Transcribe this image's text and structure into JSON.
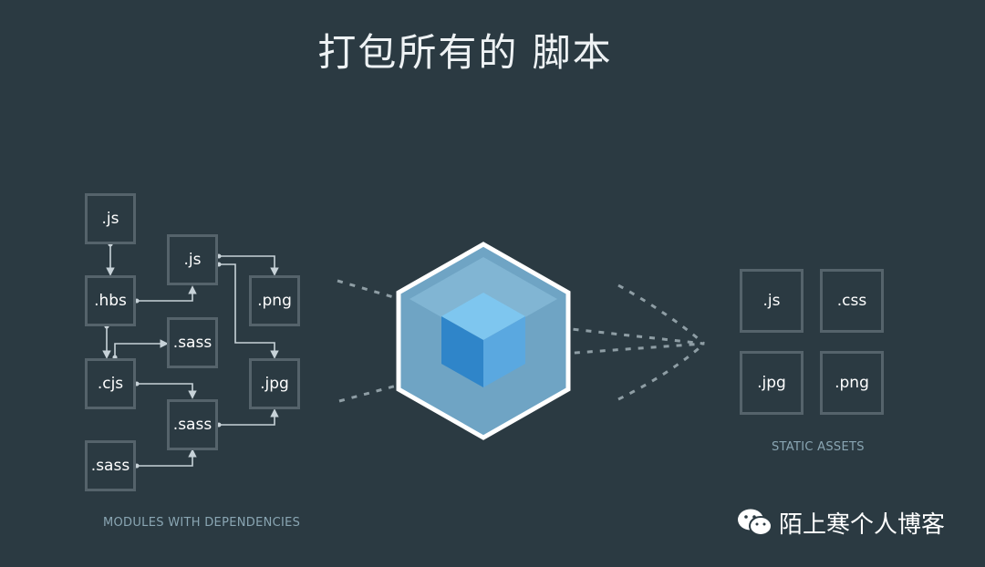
{
  "title": "打包所有的 脚本",
  "left": {
    "caption": "MODULES WITH DEPENDENCIES",
    "modules": [
      ".js",
      ".hbs",
      ".cjs",
      ".sass",
      ".js",
      ".sass",
      ".sass",
      ".png",
      ".jpg"
    ]
  },
  "right": {
    "caption": "STATIC ASSETS",
    "assets": [
      ".js",
      ".css",
      ".jpg",
      ".png"
    ]
  },
  "watermark": {
    "text": "陌上寒个人博客",
    "icon": "wechat-icon"
  },
  "colors": {
    "background": "#2b3a42",
    "box_border": "#55636b",
    "arrow": "#c7d2d8",
    "cube_outer": "#8ed6fb",
    "cube_inner": "#1c78c0",
    "caption": "#8aa6b3"
  }
}
